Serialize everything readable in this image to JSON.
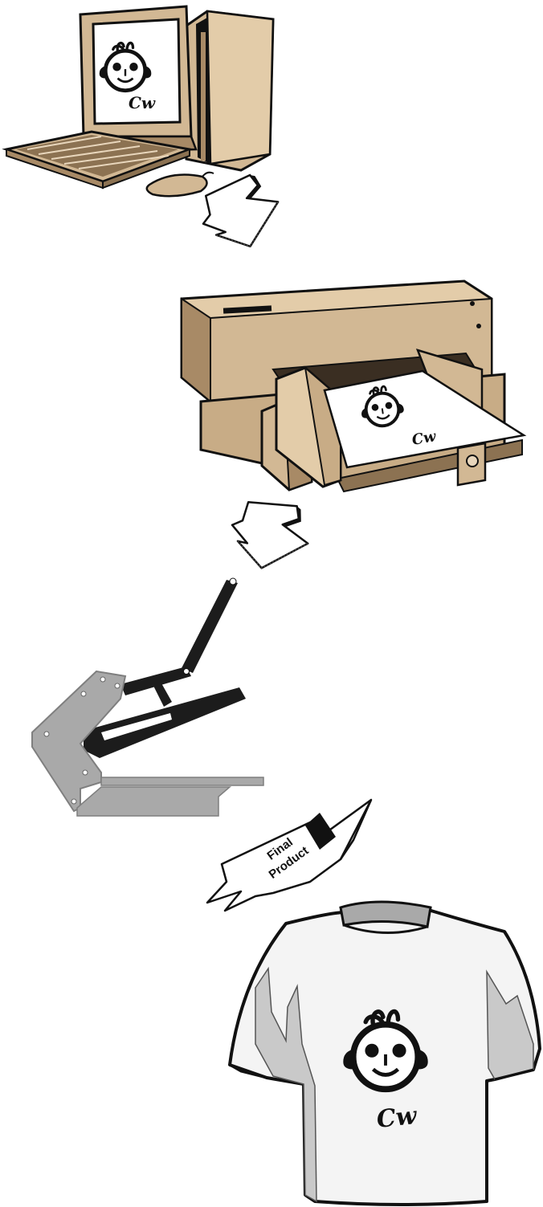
{
  "steps": [
    {
      "id": "computer",
      "icon": "computer-icon"
    },
    {
      "id": "printer",
      "icon": "printer-icon"
    },
    {
      "id": "heat-press",
      "icon": "heat-press-icon"
    },
    {
      "id": "t-shirt",
      "icon": "t-shirt-icon"
    }
  ],
  "arrows": [
    {
      "id": "arrow-1",
      "icon": "curved-down-arrow-icon"
    },
    {
      "id": "arrow-2",
      "icon": "curved-down-arrow-icon"
    },
    {
      "id": "arrow-3",
      "icon": "curved-down-arrow-icon"
    }
  ],
  "final_banner": {
    "line1": "Final",
    "line2": "Product"
  },
  "logo_mark": "Cw",
  "colors": {
    "beige": "#d2b894",
    "beige_light": "#e8d6bc",
    "beige_dark": "#a88a66",
    "press_gray": "#a9a9a9",
    "press_gray_dark": "#7f7f7f",
    "shirt_light": "#f4f4f4",
    "shirt_shade": "#c9c9c9",
    "outline": "#111111"
  }
}
